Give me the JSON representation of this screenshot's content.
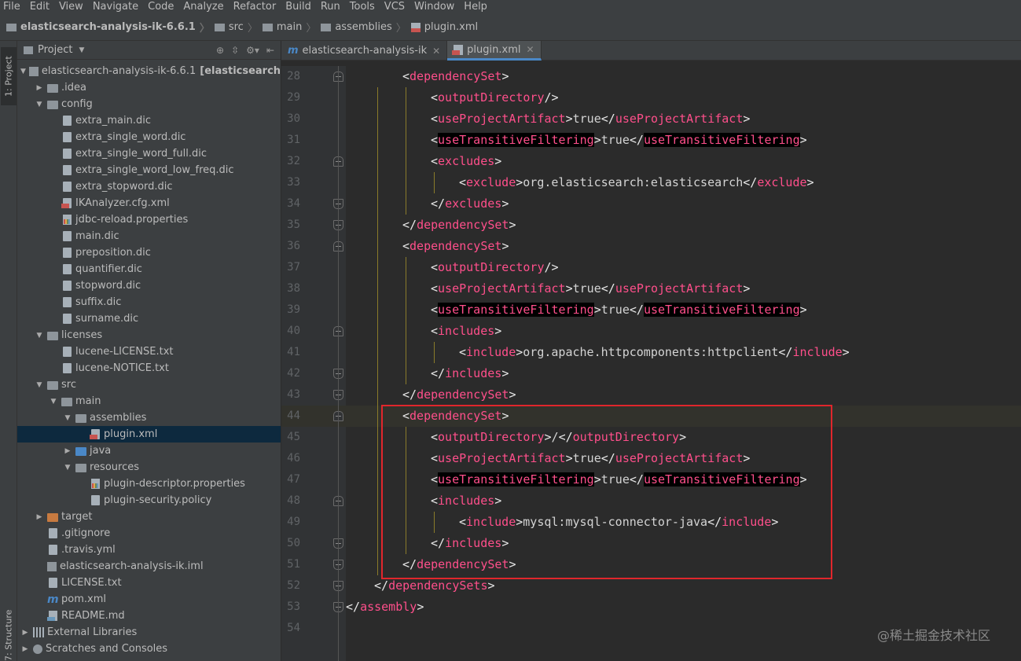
{
  "menu": [
    "File",
    "Edit",
    "View",
    "Navigate",
    "Code",
    "Analyze",
    "Refactor",
    "Build",
    "Run",
    "Tools",
    "VCS",
    "Window",
    "Help"
  ],
  "breadcrumb": [
    "elasticsearch-analysis-ik-6.6.1",
    "src",
    "main",
    "assemblies",
    "plugin.xml"
  ],
  "toolstrip": {
    "project_tab": "1: Project",
    "structure_tab": "7: Structure"
  },
  "project_panel": {
    "title": "Project",
    "tree": [
      {
        "label": "elasticsearch-analysis-ik-6.6.1",
        "extra": "[elasticsearch-analy",
        "depth": 0,
        "kind": "module",
        "expanded": true
      },
      {
        "label": ".idea",
        "depth": 1,
        "kind": "folder",
        "expanded": false
      },
      {
        "label": "config",
        "depth": 1,
        "kind": "folder",
        "expanded": true
      },
      {
        "label": "extra_main.dic",
        "depth": 2,
        "kind": "file"
      },
      {
        "label": "extra_single_word.dic",
        "depth": 2,
        "kind": "file"
      },
      {
        "label": "extra_single_word_full.dic",
        "depth": 2,
        "kind": "file"
      },
      {
        "label": "extra_single_word_low_freq.dic",
        "depth": 2,
        "kind": "file"
      },
      {
        "label": "extra_stopword.dic",
        "depth": 2,
        "kind": "file"
      },
      {
        "label": "IKAnalyzer.cfg.xml",
        "depth": 2,
        "kind": "xml"
      },
      {
        "label": "jdbc-reload.properties",
        "depth": 2,
        "kind": "props"
      },
      {
        "label": "main.dic",
        "depth": 2,
        "kind": "file"
      },
      {
        "label": "preposition.dic",
        "depth": 2,
        "kind": "file"
      },
      {
        "label": "quantifier.dic",
        "depth": 2,
        "kind": "file"
      },
      {
        "label": "stopword.dic",
        "depth": 2,
        "kind": "file"
      },
      {
        "label": "suffix.dic",
        "depth": 2,
        "kind": "file"
      },
      {
        "label": "surname.dic",
        "depth": 2,
        "kind": "file"
      },
      {
        "label": "licenses",
        "depth": 1,
        "kind": "folder",
        "expanded": true
      },
      {
        "label": "lucene-LICENSE.txt",
        "depth": 2,
        "kind": "file"
      },
      {
        "label": "lucene-NOTICE.txt",
        "depth": 2,
        "kind": "file"
      },
      {
        "label": "src",
        "depth": 1,
        "kind": "folder",
        "expanded": true
      },
      {
        "label": "main",
        "depth": 2,
        "kind": "folder",
        "expanded": true
      },
      {
        "label": "assemblies",
        "depth": 3,
        "kind": "folder",
        "expanded": true
      },
      {
        "label": "plugin.xml",
        "depth": 4,
        "kind": "xml",
        "selected": true
      },
      {
        "label": "java",
        "depth": 3,
        "kind": "folder-blue",
        "expanded": false
      },
      {
        "label": "resources",
        "depth": 3,
        "kind": "folder-res",
        "expanded": true
      },
      {
        "label": "plugin-descriptor.properties",
        "depth": 4,
        "kind": "props"
      },
      {
        "label": "plugin-security.policy",
        "depth": 4,
        "kind": "file"
      },
      {
        "label": "target",
        "depth": 1,
        "kind": "folder-orange",
        "expanded": false
      },
      {
        "label": ".gitignore",
        "depth": 1,
        "kind": "file"
      },
      {
        "label": ".travis.yml",
        "depth": 1,
        "kind": "file"
      },
      {
        "label": "elasticsearch-analysis-ik.iml",
        "depth": 1,
        "kind": "module"
      },
      {
        "label": "LICENSE.txt",
        "depth": 1,
        "kind": "file"
      },
      {
        "label": "pom.xml",
        "depth": 1,
        "kind": "maven"
      },
      {
        "label": "README.md",
        "depth": 1,
        "kind": "md"
      },
      {
        "label": "External Libraries",
        "depth": 0,
        "kind": "lib",
        "expanded": false
      },
      {
        "label": "Scratches and Consoles",
        "depth": 0,
        "kind": "scratch",
        "expanded": false
      }
    ]
  },
  "tabs": [
    {
      "label": "elasticsearch-analysis-ik",
      "icon": "m"
    },
    {
      "label": "plugin.xml",
      "icon": "xml",
      "active": true
    }
  ],
  "editor": {
    "current_line": 44,
    "lines": [
      {
        "n": 28,
        "ind": 2,
        "parts": [
          [
            "br",
            "<"
          ],
          [
            "tn",
            "dependencySet"
          ],
          [
            "br",
            ">"
          ]
        ]
      },
      {
        "n": 29,
        "ind": 3,
        "parts": [
          [
            "br",
            "<"
          ],
          [
            "tn",
            "outputDirectory"
          ],
          [
            "br",
            "/>"
          ]
        ]
      },
      {
        "n": 30,
        "ind": 3,
        "parts": [
          [
            "br",
            "<"
          ],
          [
            "tn",
            "useProjectArtifact"
          ],
          [
            "br",
            ">"
          ],
          [
            "txt",
            "true"
          ],
          [
            "br",
            "</"
          ],
          [
            "tn",
            "useProjectArtifact"
          ],
          [
            "br",
            ">"
          ]
        ]
      },
      {
        "n": 31,
        "ind": 3,
        "parts": [
          [
            "br",
            "<"
          ],
          [
            "tnh",
            "useTransitiveFiltering"
          ],
          [
            "br",
            ">"
          ],
          [
            "txt",
            "true"
          ],
          [
            "br",
            "</"
          ],
          [
            "tnh",
            "useTransitiveFiltering"
          ],
          [
            "br",
            ">"
          ]
        ]
      },
      {
        "n": 32,
        "ind": 3,
        "parts": [
          [
            "br",
            "<"
          ],
          [
            "tn",
            "excludes"
          ],
          [
            "br",
            ">"
          ]
        ]
      },
      {
        "n": 33,
        "ind": 4,
        "parts": [
          [
            "br",
            "<"
          ],
          [
            "tn",
            "exclude"
          ],
          [
            "br",
            ">"
          ],
          [
            "txt",
            "org.elasticsearch:elasticsearch"
          ],
          [
            "br",
            "</"
          ],
          [
            "tn",
            "exclude"
          ],
          [
            "br",
            ">"
          ]
        ]
      },
      {
        "n": 34,
        "ind": 3,
        "parts": [
          [
            "br",
            "</"
          ],
          [
            "tn",
            "excludes"
          ],
          [
            "br",
            ">"
          ]
        ]
      },
      {
        "n": 35,
        "ind": 2,
        "parts": [
          [
            "br",
            "</"
          ],
          [
            "tn",
            "dependencySet"
          ],
          [
            "br",
            ">"
          ]
        ]
      },
      {
        "n": 36,
        "ind": 2,
        "parts": [
          [
            "br",
            "<"
          ],
          [
            "tn",
            "dependencySet"
          ],
          [
            "br",
            ">"
          ]
        ]
      },
      {
        "n": 37,
        "ind": 3,
        "parts": [
          [
            "br",
            "<"
          ],
          [
            "tn",
            "outputDirectory"
          ],
          [
            "br",
            "/>"
          ]
        ]
      },
      {
        "n": 38,
        "ind": 3,
        "parts": [
          [
            "br",
            "<"
          ],
          [
            "tn",
            "useProjectArtifact"
          ],
          [
            "br",
            ">"
          ],
          [
            "txt",
            "true"
          ],
          [
            "br",
            "</"
          ],
          [
            "tn",
            "useProjectArtifact"
          ],
          [
            "br",
            ">"
          ]
        ]
      },
      {
        "n": 39,
        "ind": 3,
        "parts": [
          [
            "br",
            "<"
          ],
          [
            "tnh",
            "useTransitiveFiltering"
          ],
          [
            "br",
            ">"
          ],
          [
            "txt",
            "true"
          ],
          [
            "br",
            "</"
          ],
          [
            "tnh",
            "useTransitiveFiltering"
          ],
          [
            "br",
            ">"
          ]
        ]
      },
      {
        "n": 40,
        "ind": 3,
        "parts": [
          [
            "br",
            "<"
          ],
          [
            "tn",
            "includes"
          ],
          [
            "br",
            ">"
          ]
        ]
      },
      {
        "n": 41,
        "ind": 4,
        "parts": [
          [
            "br",
            "<"
          ],
          [
            "tn",
            "include"
          ],
          [
            "br",
            ">"
          ],
          [
            "txt",
            "org.apache.httpcomponents:httpclient"
          ],
          [
            "br",
            "</"
          ],
          [
            "tn",
            "include"
          ],
          [
            "br",
            ">"
          ]
        ]
      },
      {
        "n": 42,
        "ind": 3,
        "parts": [
          [
            "br",
            "</"
          ],
          [
            "tn",
            "includes"
          ],
          [
            "br",
            ">"
          ]
        ]
      },
      {
        "n": 43,
        "ind": 2,
        "parts": [
          [
            "br",
            "</"
          ],
          [
            "tn",
            "dependencySet"
          ],
          [
            "br",
            ">"
          ]
        ]
      },
      {
        "n": 44,
        "ind": 2,
        "parts": [
          [
            "br",
            "<"
          ],
          [
            "tn",
            "dependencySet"
          ],
          [
            "br",
            ">"
          ]
        ]
      },
      {
        "n": 45,
        "ind": 3,
        "parts": [
          [
            "br",
            "<"
          ],
          [
            "tn",
            "outputDirectory"
          ],
          [
            "br",
            ">"
          ],
          [
            "txt",
            "/"
          ],
          [
            "br",
            "</"
          ],
          [
            "tn",
            "outputDirectory"
          ],
          [
            "br",
            ">"
          ]
        ]
      },
      {
        "n": 46,
        "ind": 3,
        "parts": [
          [
            "br",
            "<"
          ],
          [
            "tn",
            "useProjectArtifact"
          ],
          [
            "br",
            ">"
          ],
          [
            "txt",
            "true"
          ],
          [
            "br",
            "</"
          ],
          [
            "tn",
            "useProjectArtifact"
          ],
          [
            "br",
            ">"
          ]
        ]
      },
      {
        "n": 47,
        "ind": 3,
        "parts": [
          [
            "br",
            "<"
          ],
          [
            "tnh",
            "useTransitiveFiltering"
          ],
          [
            "br",
            ">"
          ],
          [
            "txt",
            "true"
          ],
          [
            "br",
            "</"
          ],
          [
            "tnh",
            "useTransitiveFiltering"
          ],
          [
            "br",
            ">"
          ]
        ]
      },
      {
        "n": 48,
        "ind": 3,
        "parts": [
          [
            "br",
            "<"
          ],
          [
            "tn",
            "includes"
          ],
          [
            "br",
            ">"
          ]
        ]
      },
      {
        "n": 49,
        "ind": 4,
        "parts": [
          [
            "br",
            "<"
          ],
          [
            "tn",
            "include"
          ],
          [
            "br",
            ">"
          ],
          [
            "txt",
            "mysql:mysql-connector-java"
          ],
          [
            "br",
            "</"
          ],
          [
            "tn",
            "include"
          ],
          [
            "br",
            ">"
          ]
        ]
      },
      {
        "n": 50,
        "ind": 3,
        "parts": [
          [
            "br",
            "</"
          ],
          [
            "tn",
            "includes"
          ],
          [
            "br",
            ">"
          ]
        ]
      },
      {
        "n": 51,
        "ind": 2,
        "parts": [
          [
            "br",
            "</"
          ],
          [
            "tn",
            "dependencySet"
          ],
          [
            "br",
            ">"
          ]
        ]
      },
      {
        "n": 52,
        "ind": 1,
        "parts": [
          [
            "br",
            "</"
          ],
          [
            "tn",
            "dependencySets"
          ],
          [
            "br",
            ">"
          ]
        ]
      },
      {
        "n": 53,
        "ind": 0,
        "parts": [
          [
            "br",
            "</"
          ],
          [
            "tn",
            "assembly"
          ],
          [
            "br",
            ">"
          ]
        ]
      },
      {
        "n": 54,
        "ind": 0,
        "parts": []
      }
    ]
  },
  "watermark": "@稀土掘金技术社区",
  "colors": {
    "background": "#2b2b2b",
    "panel": "#3c3f41",
    "tag": "#ff4f8b",
    "highlight_box": "#e0262c",
    "selection": "#0d293e"
  }
}
